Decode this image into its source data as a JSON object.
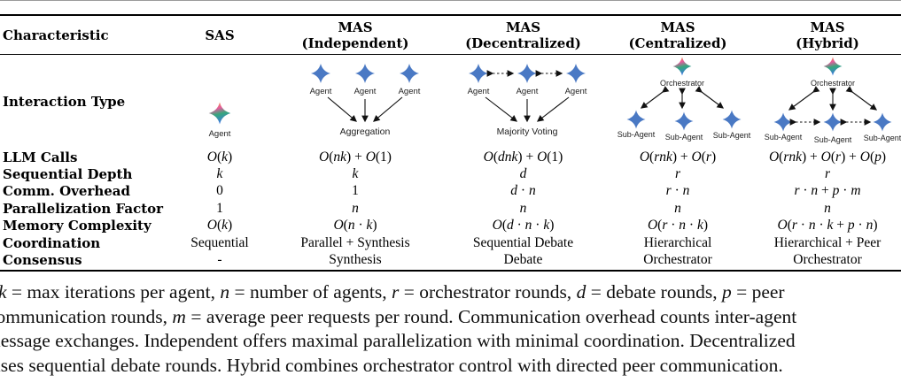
{
  "table": {
    "columns": [
      {
        "l1": "Characteristic",
        "l2": ""
      },
      {
        "l1": "SAS",
        "l2": ""
      },
      {
        "l1": "MAS",
        "l2": "(Independent)"
      },
      {
        "l1": "MAS",
        "l2": "(Decentralized)"
      },
      {
        "l1": "MAS",
        "l2": "(Centralized)"
      },
      {
        "l1": "MAS",
        "l2": "(Hybrid)"
      }
    ],
    "interaction_row_label": "Interaction Type",
    "rows": [
      {
        "label": "LLM Calls",
        "math": true,
        "cells": [
          "O(k)",
          "O(nk) + O(1)",
          "O(dnk) + O(1)",
          "O(rnk) + O(r)",
          "O(rnk) + O(r) + O(p)"
        ]
      },
      {
        "label": "Sequential Depth",
        "math": true,
        "cells": [
          "k",
          "k",
          "d",
          "r",
          "r"
        ]
      },
      {
        "label": "Comm. Overhead",
        "math": true,
        "cells": [
          "0",
          "1",
          "d · n",
          "r · n",
          "r · n + p · m"
        ]
      },
      {
        "label": "Parallelization Factor",
        "math": true,
        "cells": [
          "1",
          "n",
          "n",
          "n",
          "n"
        ]
      },
      {
        "label": "Memory Complexity",
        "math": true,
        "cells": [
          "O(k)",
          "O(n · k)",
          "O(d · n · k)",
          "O(r · n · k)",
          "O(r · n · k + p · n)"
        ]
      },
      {
        "label": "Coordination",
        "math": false,
        "cells": [
          "Sequential",
          "Parallel + Synthesis",
          "Sequential Debate",
          "Hierarchical",
          "Hierarchical + Peer"
        ]
      },
      {
        "label": "Consensus",
        "math": false,
        "cells": [
          "-",
          "Synthesis",
          "Debate",
          "Orchestrator",
          "Orchestrator"
        ]
      }
    ]
  },
  "diagrams": {
    "sas": {
      "agent_label": "Agent"
    },
    "independent": {
      "agent_label": "Agent",
      "sink_label": "Aggregation"
    },
    "decentralized": {
      "agent_label": "Agent",
      "sink_label": "Majority Voting"
    },
    "centralized": {
      "orchestrator_label": "Orchestrator",
      "sub_agent_label": "Sub-Agent"
    },
    "hybrid": {
      "orchestrator_label": "Orchestrator",
      "sub_agent_label": "Sub-Agent"
    }
  },
  "colors": {
    "agent_blue": "#4a79c4",
    "rule_black": "#000000",
    "star_orange": "#F4A53A",
    "star_pink": "#E55C9C",
    "star_green": "#35A77C",
    "star_blue": "#3E7BDC"
  },
  "caption": {
    "lines": [
      [
        {
          "t": "k",
          "i": true
        },
        {
          "t": " = max iterations per agent, "
        },
        {
          "t": "n",
          "i": true
        },
        {
          "t": " = number of agents, "
        },
        {
          "t": "r",
          "i": true
        },
        {
          "t": " = orchestrator rounds, "
        },
        {
          "t": "d",
          "i": true
        },
        {
          "t": " = debate rounds, "
        },
        {
          "t": "p",
          "i": true
        },
        {
          "t": " = peer"
        }
      ],
      [
        {
          "t": "communication rounds, "
        },
        {
          "t": "m",
          "i": true
        },
        {
          "t": " = average peer requests per round. Communication overhead counts inter-agent"
        }
      ],
      [
        {
          "t": "message exchanges. Independent offers maximal parallelization with minimal coordination. Decentralized"
        }
      ],
      [
        {
          "t": "uses sequential debate rounds. Hybrid combines orchestrator control with directed peer communication."
        }
      ]
    ]
  }
}
